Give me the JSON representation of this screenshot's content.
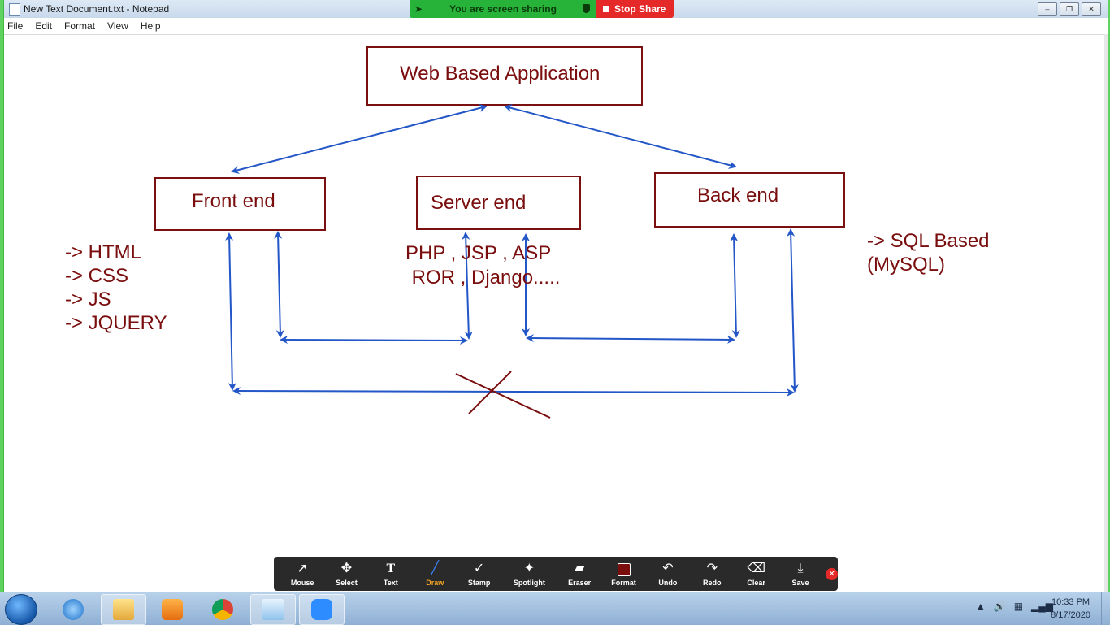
{
  "window": {
    "title": "New Text Document.txt - Notepad",
    "controls": [
      "minimize",
      "restore",
      "close"
    ]
  },
  "menubar": [
    "File",
    "Edit",
    "Format",
    "View",
    "Help"
  ],
  "share_banner": {
    "status": "You are screen sharing",
    "stop_label": "Stop Share",
    "status_color": "#27b33a",
    "stop_color": "#e52929"
  },
  "diagram": {
    "boxes": {
      "top": "Web Based Application",
      "front": "Front end",
      "server": "Server end",
      "back": "Back end"
    },
    "front_list": [
      "-> HTML",
      "-> CSS",
      "-> JS",
      "-> JQUERY"
    ],
    "server_list": [
      "PHP , JSP , ASP",
      " ROR , Django....."
    ],
    "back_note": [
      "-> SQL Based",
      "(MySQL)"
    ],
    "ink_color": "#7a0d0d",
    "arrow_color": "#2356c6"
  },
  "annotation_toolbar": {
    "tools": [
      {
        "icon": "mouse-icon",
        "label": "Mouse"
      },
      {
        "icon": "select-icon",
        "label": "Select"
      },
      {
        "icon": "text-icon",
        "label": "Text"
      },
      {
        "icon": "draw-icon",
        "label": "Draw",
        "active": true
      },
      {
        "icon": "stamp-icon",
        "label": "Stamp"
      },
      {
        "icon": "spotlight-icon",
        "label": "Spotlight"
      },
      {
        "icon": "eraser-icon",
        "label": "Eraser"
      },
      {
        "icon": "format-icon",
        "label": "Format"
      },
      {
        "icon": "undo-icon",
        "label": "Undo"
      },
      {
        "icon": "redo-icon",
        "label": "Redo"
      },
      {
        "icon": "clear-icon",
        "label": "Clear"
      },
      {
        "icon": "save-icon",
        "label": "Save"
      }
    ],
    "format_color": "#7a0d0d"
  },
  "taskbar": {
    "apps": [
      "internet-explorer",
      "file-explorer",
      "media-player",
      "chrome",
      "notepad",
      "zoom"
    ],
    "clock_time": "10:33 PM",
    "clock_date": "8/17/2020"
  }
}
